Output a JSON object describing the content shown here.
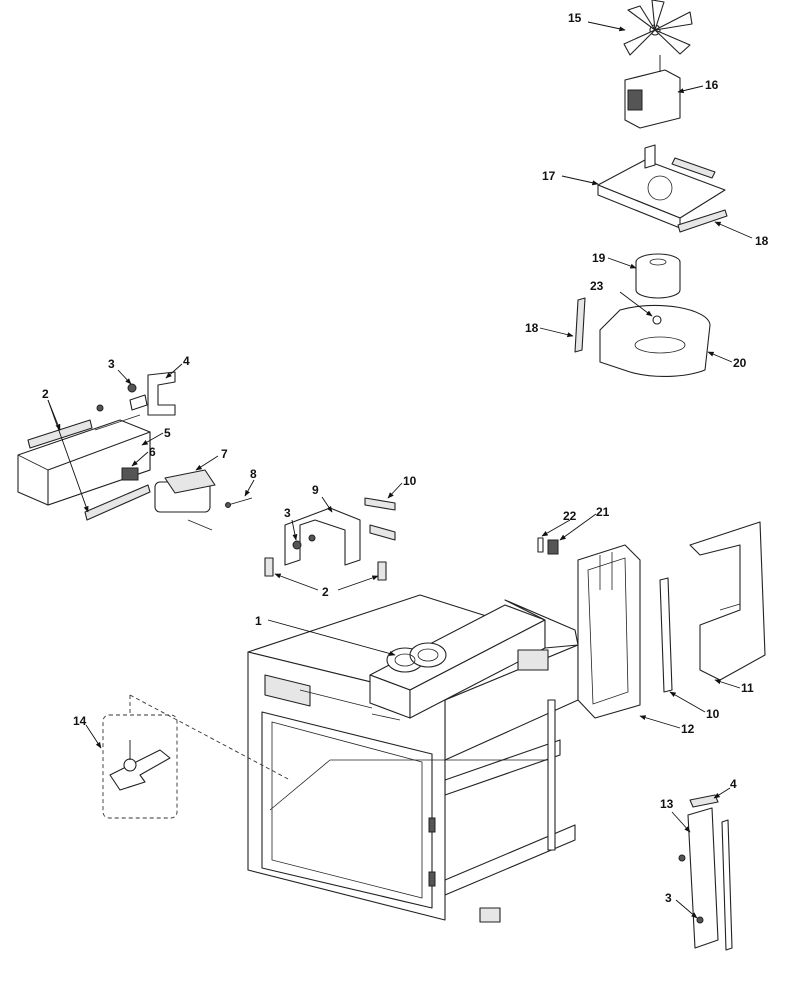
{
  "diagram": {
    "callouts": [
      "1",
      "2",
      "2",
      "3",
      "3",
      "3",
      "4",
      "4",
      "5",
      "6",
      "7",
      "8",
      "9",
      "10",
      "10",
      "11",
      "12",
      "13",
      "14",
      "15",
      "16",
      "17",
      "18",
      "18",
      "19",
      "20",
      "21",
      "22",
      "23"
    ]
  }
}
